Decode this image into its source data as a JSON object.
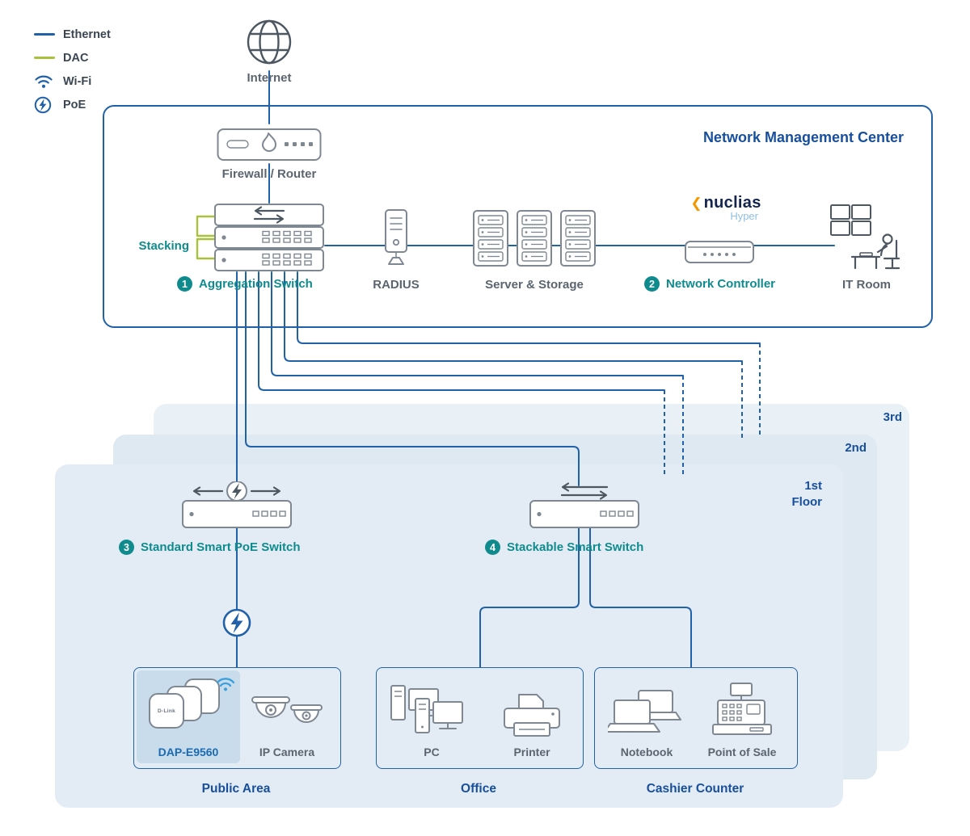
{
  "colors": {
    "line_blue": "#2061a9",
    "teal": "#0f8b8e",
    "heading_blue": "#174f9c",
    "dac_green": "#a9c23d",
    "icon_gray": "#7f8892",
    "icon_dark": "#4d5761",
    "label_gray": "#5b6570",
    "nuclias_navy": "#14254f",
    "nuclias_orange": "#f39800",
    "nuclias_hyper_blue": "#8fc0e4",
    "wifi_blue": "#3aa0dc",
    "panel_blue": "#e3ecf4"
  },
  "legend": {
    "items": [
      {
        "label": "Ethernet"
      },
      {
        "label": "DAC"
      },
      {
        "label": "Wi-Fi"
      },
      {
        "label": "PoE"
      }
    ]
  },
  "internet": {
    "label": "Internet"
  },
  "nmc": {
    "title": "Network Management Center",
    "firewall_label": "Firewall / Router",
    "stacking_label": "Stacking",
    "aggregation_badge": "1",
    "aggregation_label": "Aggregation Switch",
    "radius_label": "RADIUS",
    "server_label": "Server & Storage",
    "nuclias_chevron": "❮",
    "nuclias_brand": "nuclias",
    "nuclias_sub": "Hyper",
    "controller_badge": "2",
    "controller_label": "Network Controller",
    "itroom_label": "IT Room"
  },
  "floors": {
    "third_label": "3rd",
    "second_label": "2nd",
    "first_label_line1": "1st",
    "first_label_line2": "Floor"
  },
  "floor1": {
    "poe_switch_badge": "3",
    "poe_switch_label": "Standard Smart PoE Switch",
    "stack_switch_badge": "4",
    "stack_switch_label": "Stackable Smart Switch",
    "public_area": {
      "ap_brand": "D-Link",
      "ap_model": "DAP-E9560",
      "camera_label": "IP Camera",
      "title": "Public Area"
    },
    "office": {
      "pc_label": "PC",
      "printer_label": "Printer",
      "title": "Office"
    },
    "cashier": {
      "notebook_label": "Notebook",
      "pos_label": "Point of Sale",
      "title": "Cashier Counter"
    }
  }
}
